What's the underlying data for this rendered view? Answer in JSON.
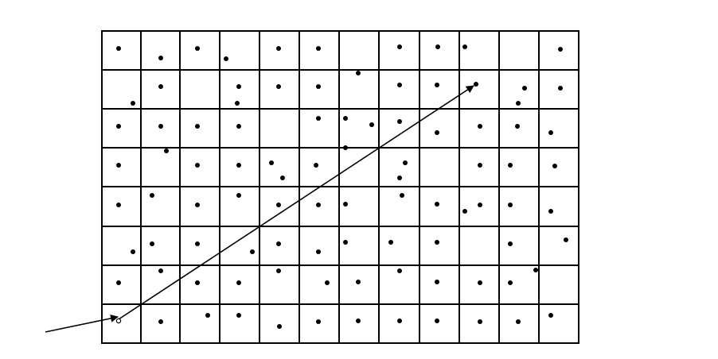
{
  "diagram": {
    "grid": {
      "rows": 8,
      "cols": 12
    },
    "colors": {
      "lines": "#000000",
      "dots": "#000000",
      "background": "#ffffff"
    },
    "arrows": [
      {
        "name": "incoming-arrow",
        "from": "outside-left",
        "to": "cell-r8-c1"
      },
      {
        "name": "diagonal-arrow",
        "from": "cell-r8-c1",
        "to": "cell-r2-c10"
      }
    ],
    "start_marker": "small-open-circle"
  }
}
